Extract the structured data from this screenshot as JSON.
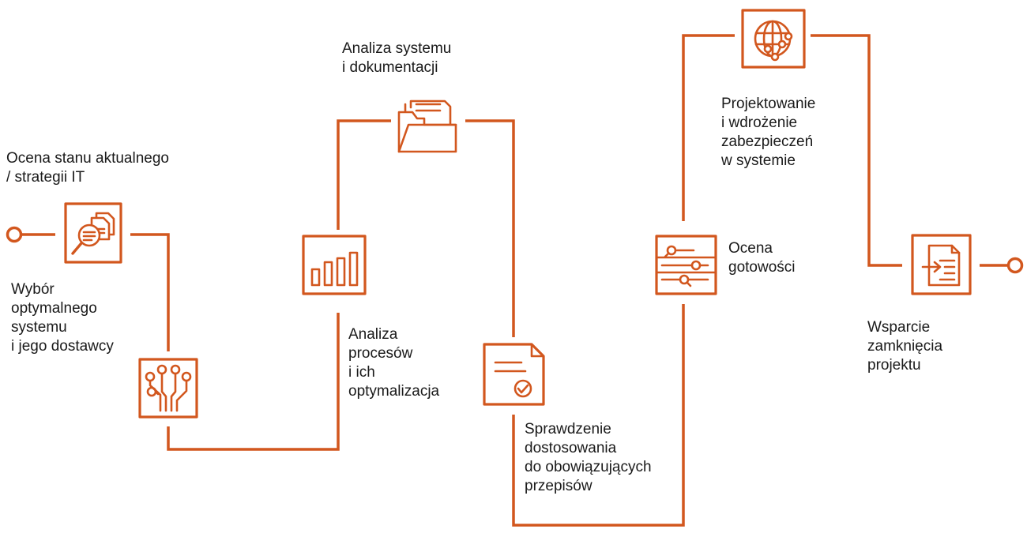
{
  "colors": {
    "accent": "#d2571e",
    "text": "#1a1a1a",
    "background": "#ffffff"
  },
  "steps": [
    {
      "label": "Ocena stanu aktualnego\n/ strategii IT",
      "icon": "document-search-icon"
    },
    {
      "label": "Wybór\noptymalnego\nsystemu\ni jego dostawcy",
      "icon": "circuit-icon"
    },
    {
      "label": "Analiza\nprocesów\ni ich\noptymalizacja",
      "icon": "bar-chart-icon"
    },
    {
      "label": "Analiza systemu\ni dokumentacji",
      "icon": "folder-documents-icon"
    },
    {
      "label": "Sprawdzenie\ndostosowania\ndo obowiązujących\nprzepisów",
      "icon": "document-check-icon"
    },
    {
      "label": "Ocena\ngotowości",
      "icon": "search-sliders-icon"
    },
    {
      "label": "Projektowanie\ni wdrożenie\nzabezpieczeń\nw systemie",
      "icon": "globe-network-icon"
    },
    {
      "label": "Wsparcie\nzamknięcia\nprojektu",
      "icon": "document-arrow-icon"
    }
  ]
}
